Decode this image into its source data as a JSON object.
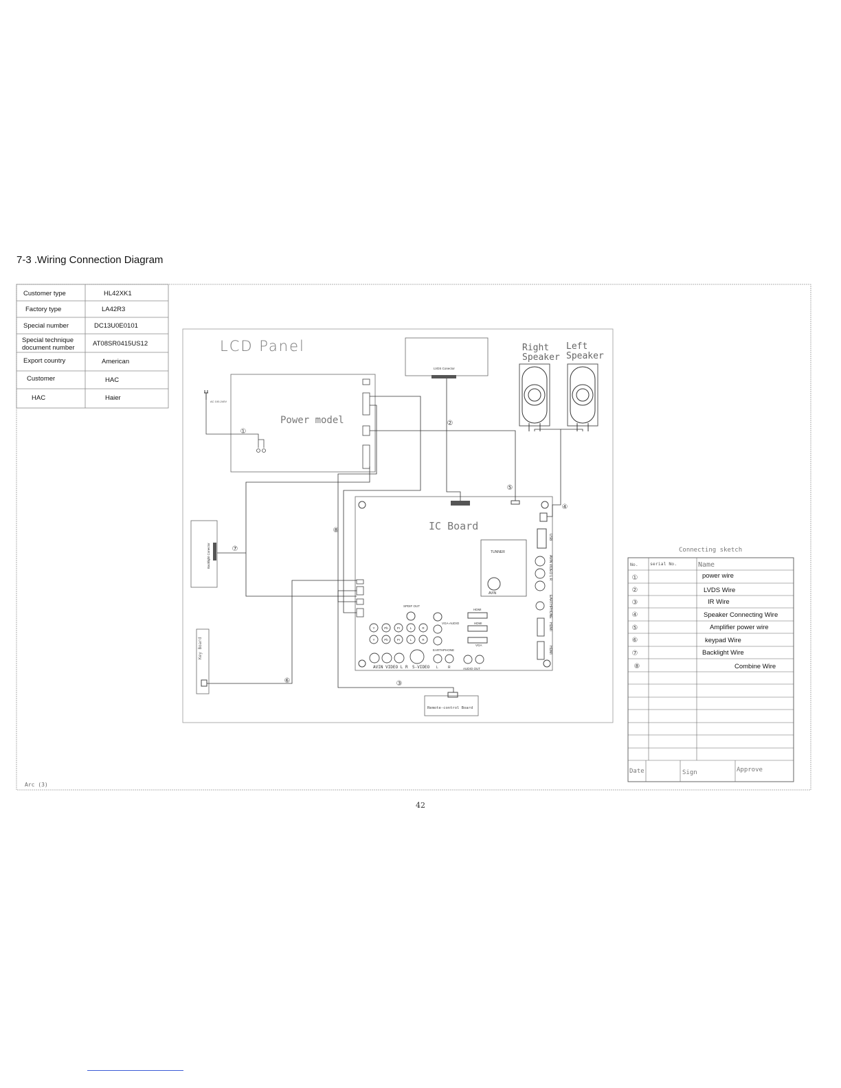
{
  "page_title": "7-3 .Wiring Connection Diagram",
  "info_table": [
    {
      "label": "Customer type",
      "value": "HL42XK1"
    },
    {
      "label": "Factory type",
      "value": "LA42R3"
    },
    {
      "label": "Special number",
      "value": "DC13U0E0101"
    },
    {
      "label_lines": [
        "Special technique",
        "document number"
      ],
      "value": "AT08SR0415US12"
    },
    {
      "label": "Export country",
      "value": "American"
    },
    {
      "label": "Customer",
      "value": "HAC"
    },
    {
      "label": "HAC",
      "value": "Haier"
    }
  ],
  "diagram": {
    "panel_title": "LCD  Panel",
    "power_module_label": "Power model",
    "ic_board_label": "IC  Board",
    "right_speaker": [
      "Right",
      "Speaker"
    ],
    "left_speaker": [
      "Left",
      "Speaker"
    ],
    "lvds_connector": "LVDS Conector",
    "backlight_connector": "Backlight Conector",
    "key_board": "Key Board",
    "remote_board": "Remote-control Board",
    "tuner": "TUNNER",
    "av_in": "AVIN",
    "usb": "USB",
    "av_in_video_lr": "AVIN VIDEO L R",
    "earphone_vertical": "EARTHPHONE",
    "hdmi_vertical_1": "HDMI",
    "hdmi_vertical_2": "HDMI",
    "spdif_out": "SPDIF OUT",
    "hdmi_1": "HDMI",
    "hdmi_2": "HDMI",
    "vga_audio": "VGA-AUDIO",
    "vga": "VGA",
    "earphone": "EARTHPHONE",
    "earphone_lr": [
      "L",
      "R"
    ],
    "bottom_row": [
      "AVIN VIDEO L R",
      "S-VIDEO",
      "AUDIO OUT"
    ],
    "ypbpr_row1": [
      "Y",
      "Pb",
      "Pr"
    ],
    "ypbpr_row2": [
      "Y",
      "Pb",
      "Pr"
    ],
    "lr_row1": [
      "L",
      "R"
    ],
    "lr_row2": [
      "L",
      "R"
    ],
    "ac_label": "AC 100-240V",
    "wire_numbers": [
      "①",
      "②",
      "③",
      "④",
      "⑤",
      "⑥",
      "⑦",
      "⑧"
    ],
    "arc_label": "Arc (3)"
  },
  "connecting_sketch": {
    "title": "Connecting sketch",
    "headers": [
      "No.",
      "serial No.",
      "Name"
    ],
    "rows": [
      {
        "no": "①",
        "name": "power wire"
      },
      {
        "no": "②",
        "name": "LVDS Wire"
      },
      {
        "no": "③",
        "name": "IR  Wire"
      },
      {
        "no": "④",
        "name": "Speaker Connecting Wire"
      },
      {
        "no": "⑤",
        "name": "Amplifier power wire"
      },
      {
        "no": "⑥",
        "name": "keypad  Wire"
      },
      {
        "no": "⑦",
        "name": "Backlight  Wire"
      },
      {
        "no": "⑧",
        "name": "Combine Wire"
      }
    ],
    "empty_rows": 7,
    "footer": [
      "Date",
      "Sign",
      "Approve"
    ]
  },
  "page_number": "42"
}
